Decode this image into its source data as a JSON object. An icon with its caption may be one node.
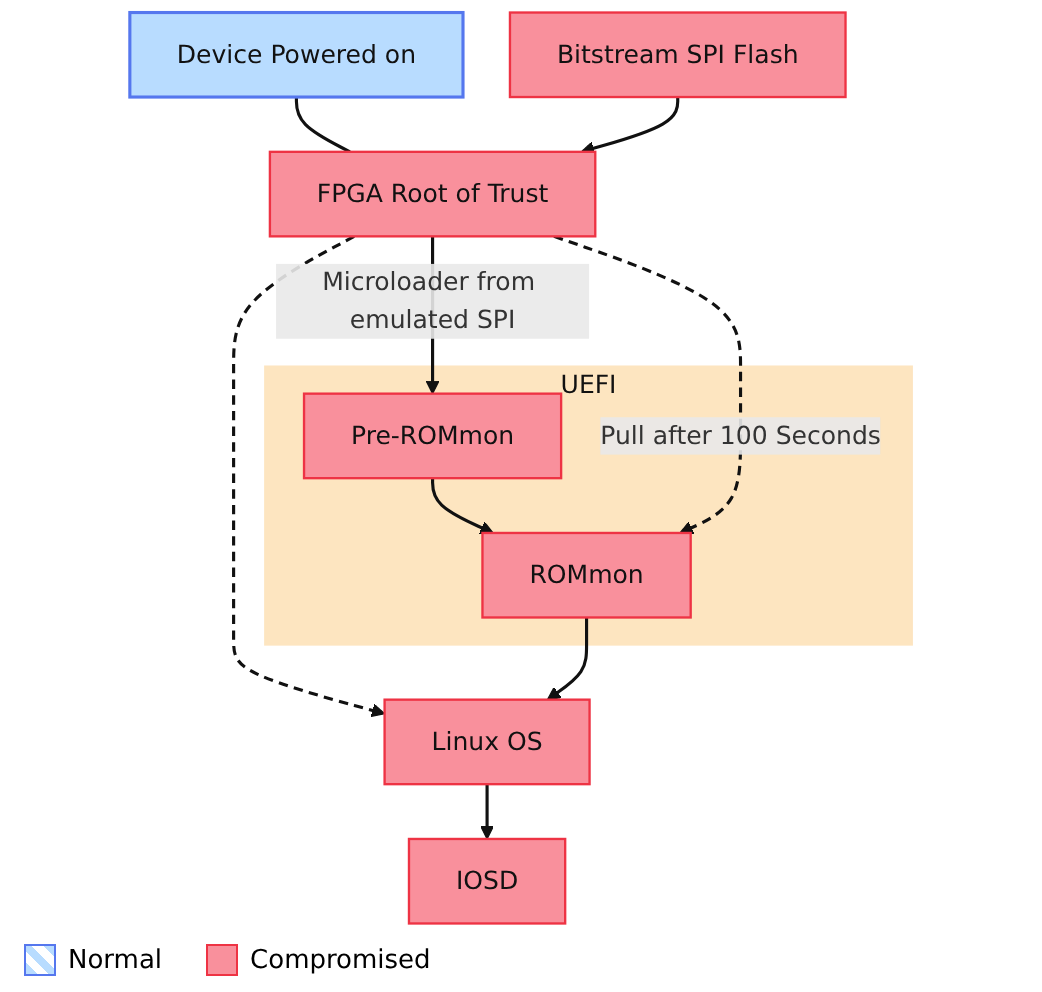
{
  "diagram": {
    "nodes": [
      {
        "text": [
          "Device Powered on"
        ]
      },
      {
        "text": [
          "FPGA Root of Trust"
        ]
      },
      {
        "text": [
          "Bitstream SPI Flash"
        ]
      },
      {
        "text": [
          "UEFI"
        ]
      },
      {
        "text": [
          "Pre-ROMmon"
        ],
        "in": 3
      },
      {
        "text": [
          "ROMmon"
        ],
        "in": 3
      },
      {
        "text": [
          "Linux OS"
        ]
      },
      {
        "text": [
          "IOSD"
        ]
      }
    ],
    "edges": [
      {
        "from": 0,
        "to": 1,
        "arrow": "none"
      },
      {
        "from": 2,
        "to": 1,
        "arrow": "to"
      },
      {
        "from": 1,
        "to": 4,
        "arrow": "to",
        "label": "Microloader from emulated SPI"
      },
      {
        "from": 4,
        "to": 5,
        "arrow": "to"
      },
      {
        "from": 1,
        "to": 5,
        "arrow": "to",
        "style": "dashed",
        "label": "Pull after 100 Seconds"
      },
      {
        "from": 1,
        "to": 6,
        "arrow": "to",
        "style": "dashed"
      },
      {
        "from": 5,
        "to": 6,
        "arrow": "to"
      },
      {
        "from": 6,
        "to": 7,
        "arrow": "to"
      }
    ],
    "legend": [
      {
        "text": "Normal"
      },
      {
        "text": "Compromised",
        "color": "#f9909c"
      }
    ]
  }
}
